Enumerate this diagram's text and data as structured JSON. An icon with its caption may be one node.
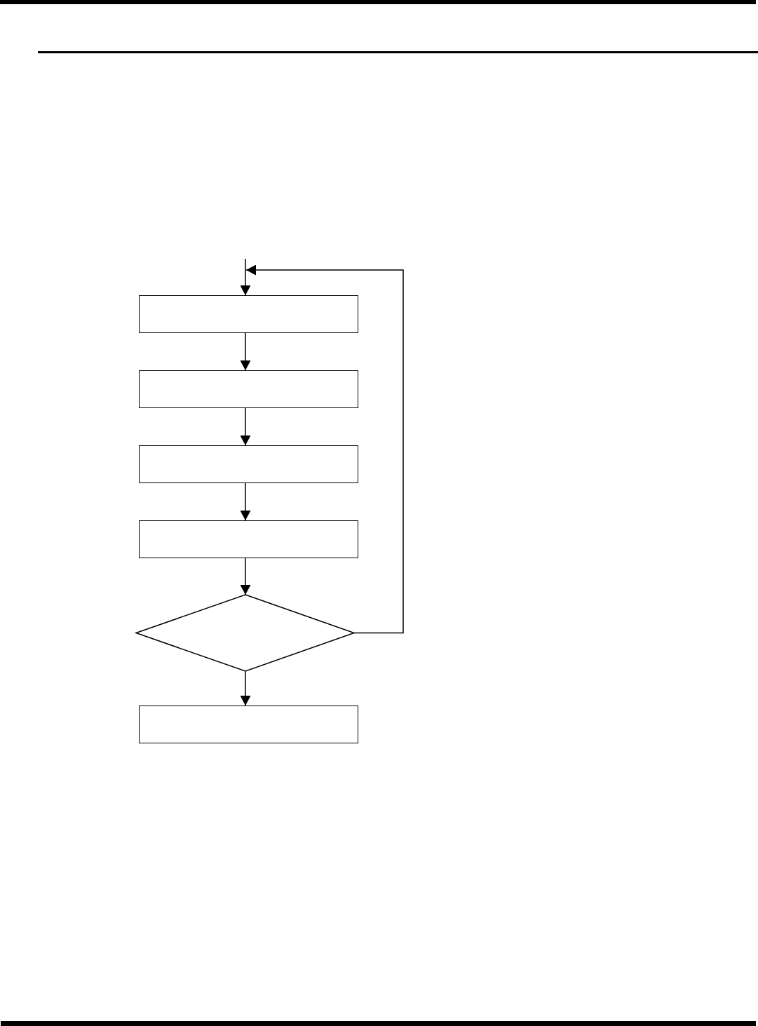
{
  "diagram": {
    "nodes": [
      {
        "text": [],
        "shape": "box"
      },
      {
        "text": [],
        "shape": "box"
      },
      {
        "text": [],
        "shape": "box"
      },
      {
        "text": [],
        "shape": "box"
      },
      {
        "text": [],
        "shape": "diamond"
      },
      {
        "text": [],
        "shape": "box"
      }
    ],
    "edges": [
      {
        "from": null,
        "to": 0,
        "arrow": "to"
      },
      {
        "from": 0,
        "to": 1,
        "arrow": "to"
      },
      {
        "from": 1,
        "to": 2,
        "arrow": "to"
      },
      {
        "from": 2,
        "to": 3,
        "arrow": "to"
      },
      {
        "from": 3,
        "to": 4,
        "arrow": "to"
      },
      {
        "from": 4,
        "to": 5,
        "arrow": "to"
      },
      {
        "from": 4,
        "to": 0,
        "arrow": "to"
      }
    ]
  }
}
